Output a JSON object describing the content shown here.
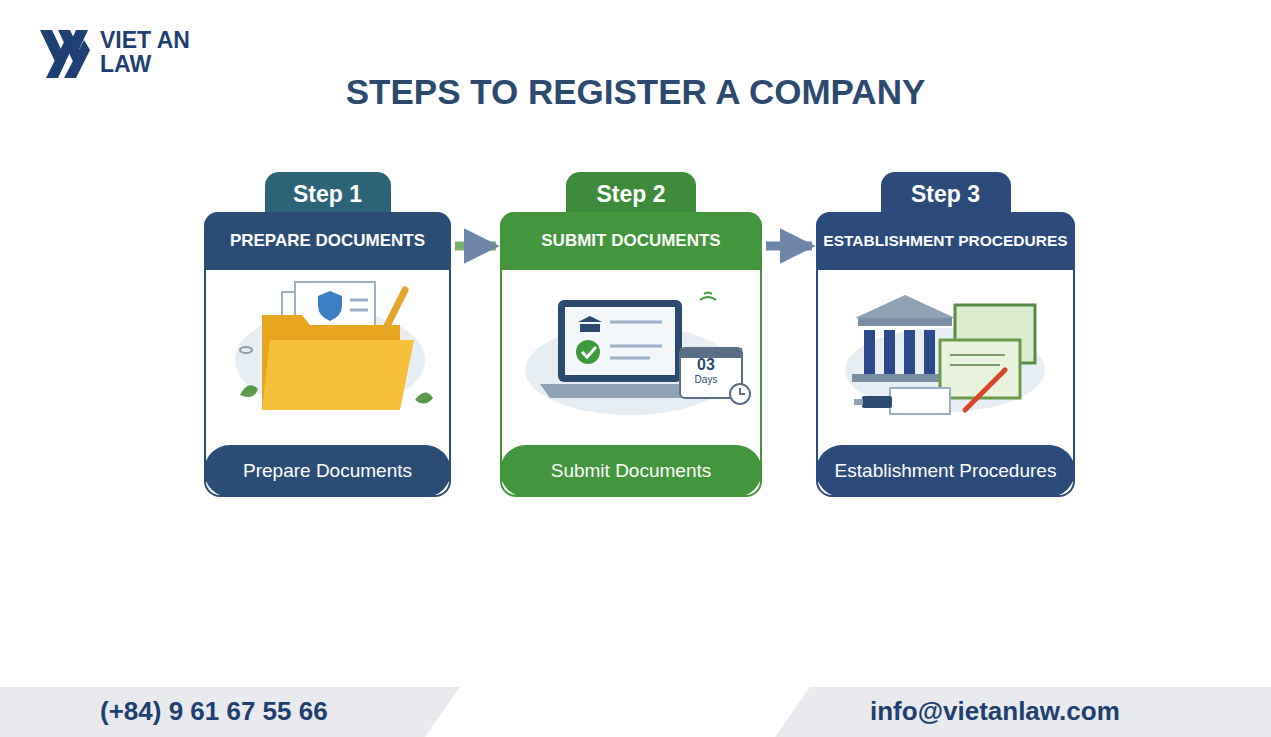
{
  "diagram": {
    "title": "STEPS TO REGISTER A COMPANY",
    "nodes": [
      {
        "text": [
          "Step 1",
          "PREPARE DOCUMENTS",
          "Prepare Documents"
        ]
      },
      {
        "text": [
          "Step 2",
          "SUBMIT DOCUMENTS",
          "Submit Documents"
        ]
      },
      {
        "text": [
          "Step 3",
          "ESTABLISHMENT PROCEDURES",
          "Establishment Procedures"
        ]
      }
    ],
    "edges": [
      {
        "from": 0,
        "to": 1,
        "arrow": "to"
      },
      {
        "from": 1,
        "to": 2,
        "arrow": "to"
      }
    ],
    "labels": [
      "VIET AN LAW",
      "03",
      "Days",
      "(+84) 9 61 67 55 66",
      "info@vietanlaw.com"
    ]
  }
}
